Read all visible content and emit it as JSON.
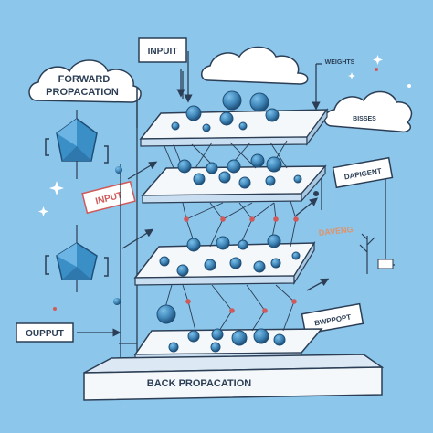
{
  "labels": {
    "input_top": "INPUIT",
    "forward": "FORWARD",
    "forward_line2": "PROPACATION",
    "weights": "WEIGHTS",
    "biases": "BISSES",
    "input_side": "INPUT",
    "dapigent": "DAPIGENT",
    "daveng": "DAVENG",
    "output": "OUPPUT",
    "bwppopt": "BWPPOPT",
    "back": "BACK  PROPACATION"
  },
  "colors": {
    "background": "#8cc6ea",
    "node": "#3f86b8",
    "node_dark": "#1f4f78",
    "line": "#2b3e55",
    "accent_red": "#d05a5a",
    "cloud": "#ffffff",
    "gem": "#3b8fc7"
  }
}
